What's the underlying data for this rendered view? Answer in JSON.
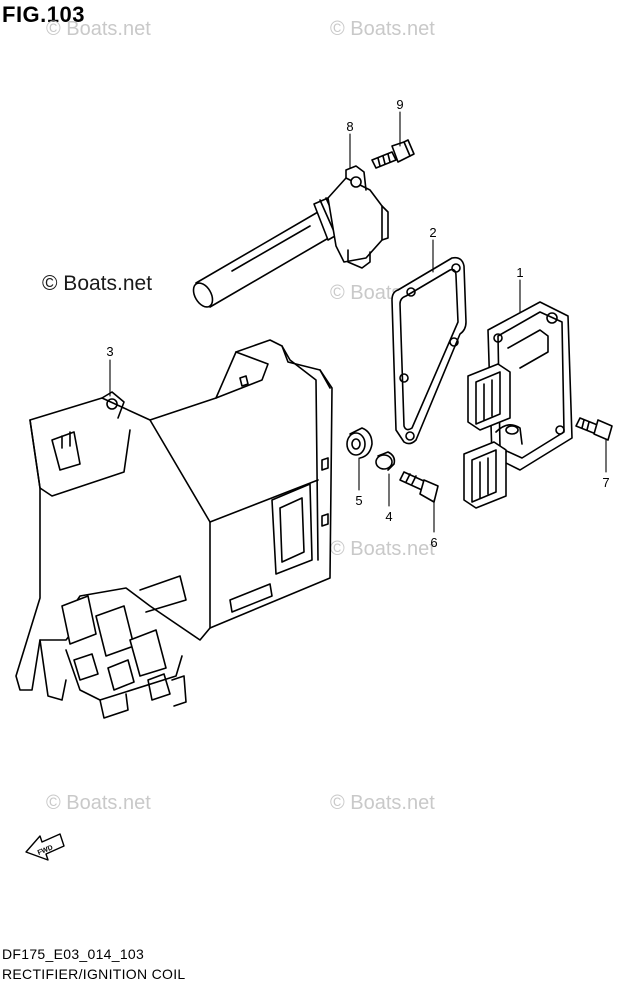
{
  "figure": {
    "title": "FIG.103",
    "code": "DF175_E03_014_103",
    "caption": "RECTIFIER/IGNITION COIL"
  },
  "watermark": {
    "faint": "© Boats.net",
    "main": "© Boats.net"
  },
  "callouts": [
    "1",
    "2",
    "3",
    "4",
    "5",
    "6",
    "7",
    "8",
    "9"
  ],
  "fwd_label": "FWD",
  "colors": {
    "line": "#000000",
    "watermark": "#c9c9c9"
  }
}
